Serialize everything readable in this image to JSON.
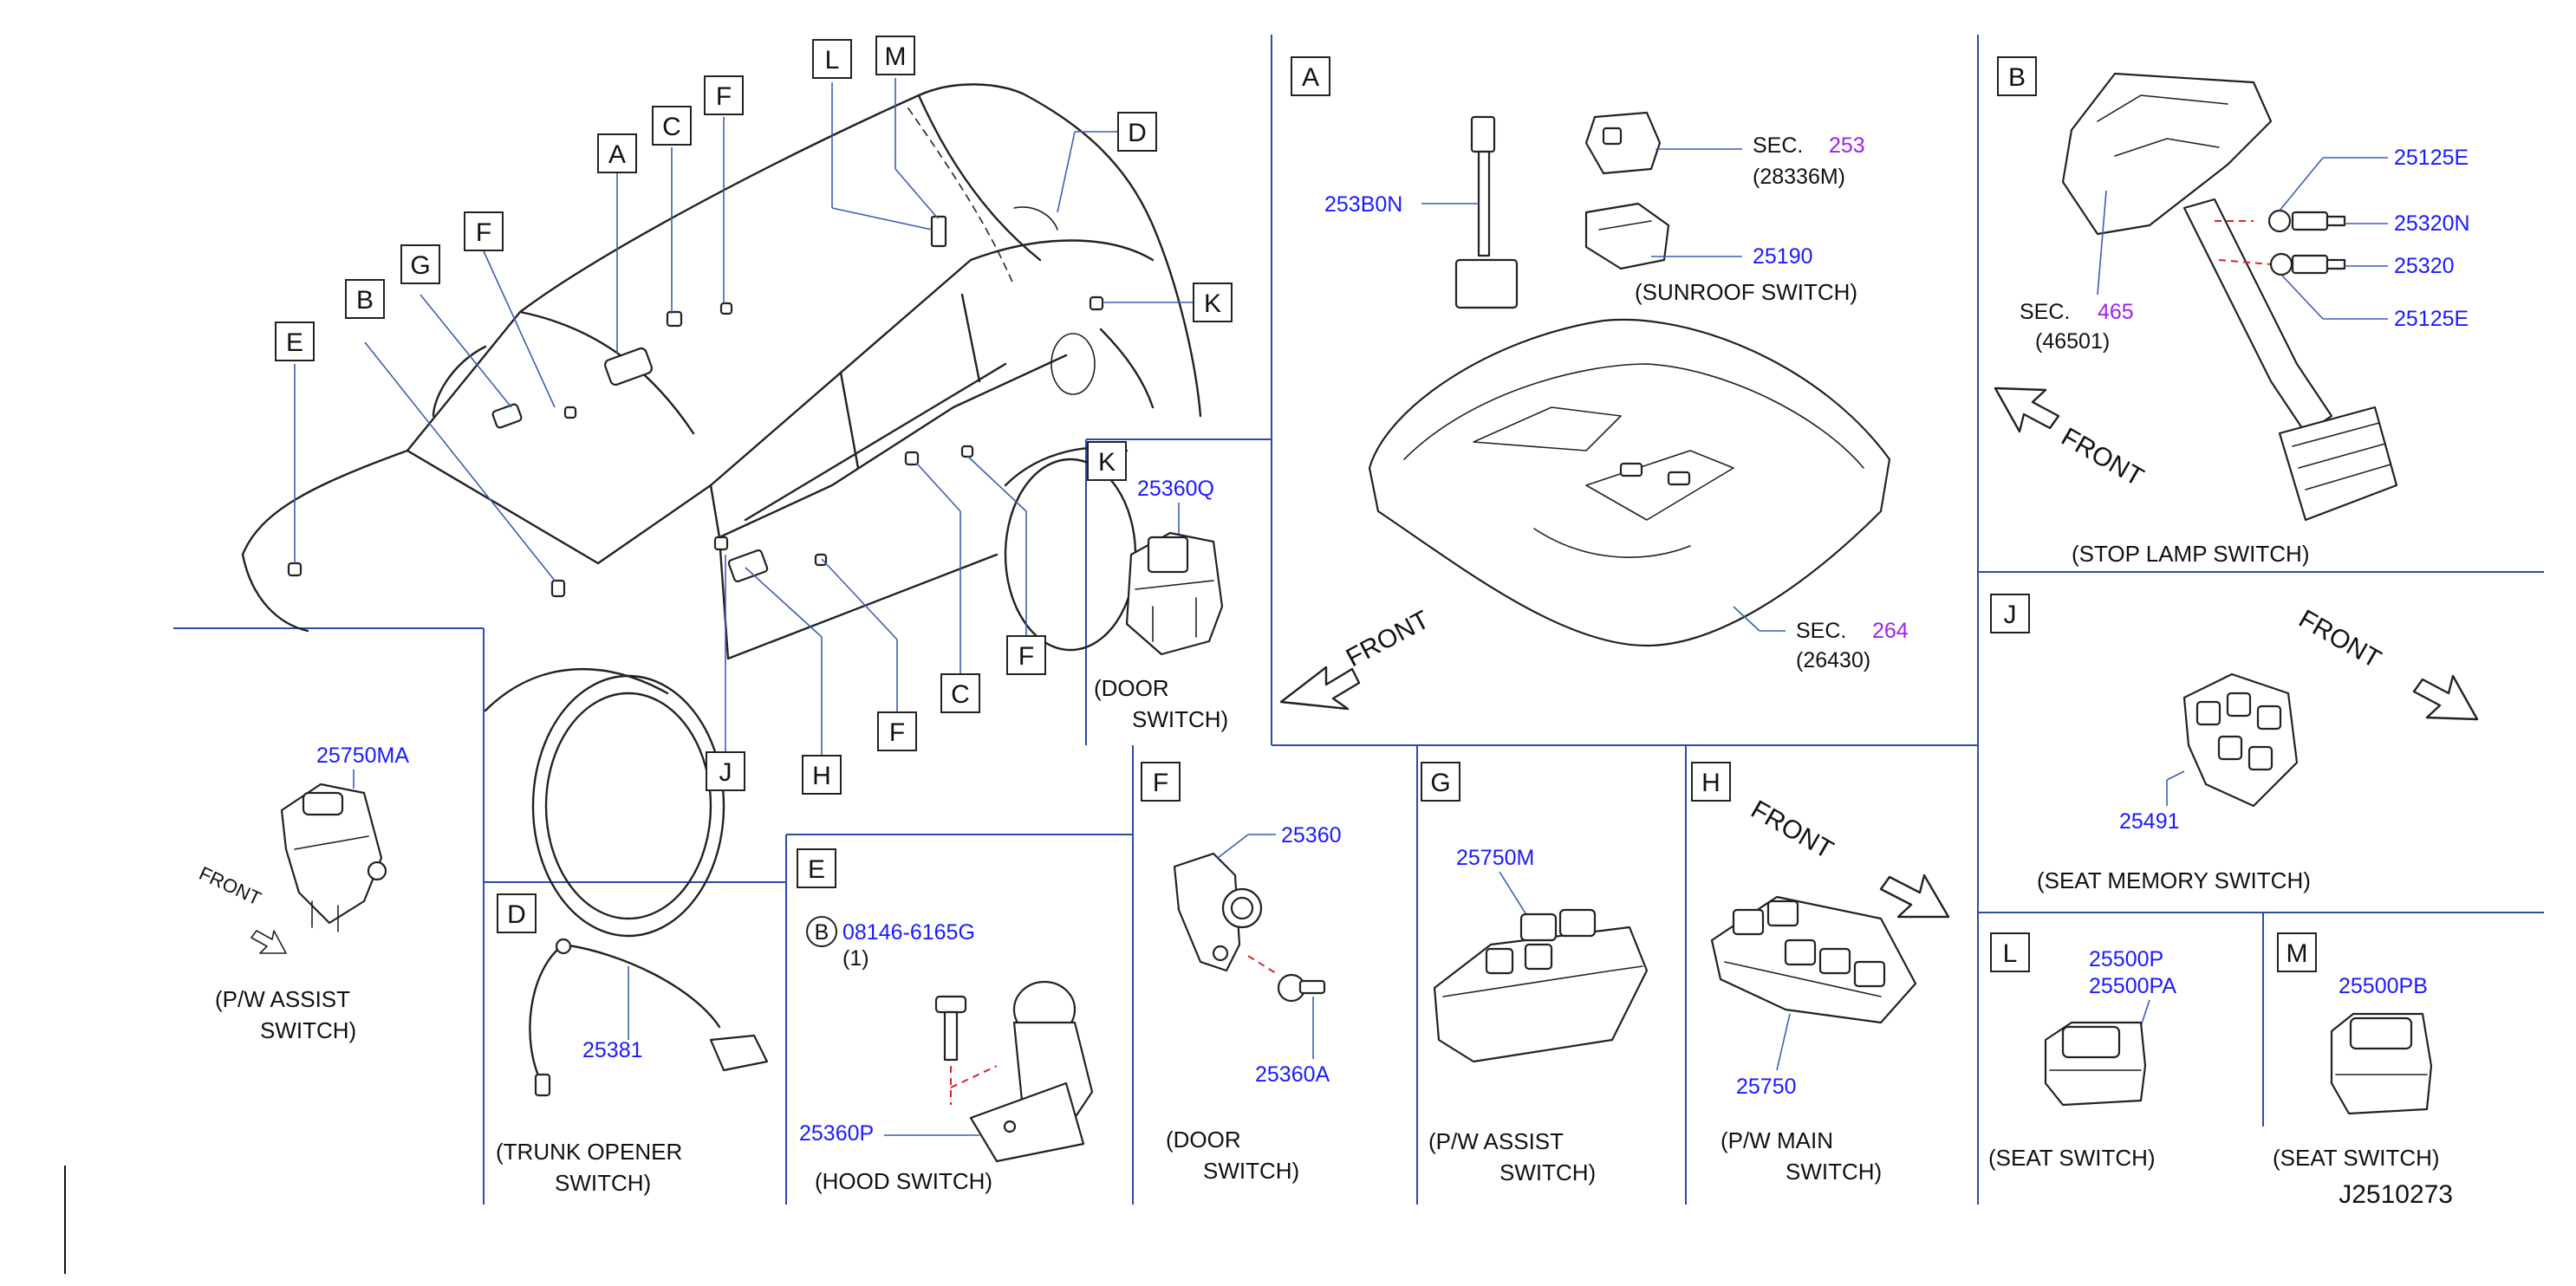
{
  "diagram_id": "J2510273",
  "overview": {
    "callouts": [
      "A",
      "B",
      "C",
      "C",
      "D",
      "E",
      "F",
      "F",
      "F",
      "F",
      "G",
      "H",
      "J",
      "K",
      "L",
      "M"
    ]
  },
  "panels": {
    "A": {
      "letter": "A",
      "parts": {
        "p1": "253B0N",
        "p2": "25190"
      },
      "sec_top": {
        "prefix": "SEC.",
        "num": "253",
        "sub": "(28336M)"
      },
      "sec_bottom": {
        "prefix": "SEC.",
        "num": "264",
        "sub": "(26430)"
      },
      "caption": "(SUNROOF   SWITCH)",
      "front": "FRONT"
    },
    "B": {
      "letter": "B",
      "parts": {
        "p1": "25125E",
        "p2": "25320N",
        "p3": "25320",
        "p4": "25125E"
      },
      "sec": {
        "prefix": "SEC.",
        "num": "465",
        "sub": "(46501)"
      },
      "front": "FRONT",
      "caption": "(STOP    LAMP    SWITCH)"
    },
    "K": {
      "letter": "K",
      "part": "25360Q",
      "caption_1": "(DOOR",
      "caption_2": "SWITCH)"
    },
    "J": {
      "letter": "J",
      "front": "FRONT",
      "part": "25491",
      "caption": "(SEAT    MEMORY        SWITCH)"
    },
    "PW_ASSIST_LEFT": {
      "part": "25750MA",
      "front": "FRONT",
      "caption_1": "(P/W    ASSIST",
      "caption_2": "SWITCH)"
    },
    "D": {
      "letter": "D",
      "part": "25381",
      "caption_1": "(TRUNK    OPENER",
      "caption_2": "SWITCH)"
    },
    "E": {
      "letter": "E",
      "bolt_mark": "B",
      "bolt": "08146-6165G",
      "bolt_qty": "(1)",
      "part": "25360P",
      "caption": "(HOOD    SWITCH)"
    },
    "F": {
      "letter": "F",
      "parts": {
        "p1": "25360",
        "p2": "25360A"
      },
      "caption_1": "(DOOR",
      "caption_2": "SWITCH)"
    },
    "G": {
      "letter": "G",
      "part": "25750M",
      "caption_1": "(P/W    ASSIST",
      "caption_2": "SWITCH)"
    },
    "H": {
      "letter": "H",
      "front": "FRONT",
      "part": "25750",
      "caption_1": "(P/W    MAIN",
      "caption_2": "SWITCH)"
    },
    "L": {
      "letter": "L",
      "parts": {
        "p1": "25500P",
        "p2": "25500PA"
      },
      "caption": "(SEAT    SWITCH)"
    },
    "M": {
      "letter": "M",
      "part": "25500PB",
      "caption": "(SEAT    SWITCH)"
    }
  },
  "colors": {
    "part_number": "#1a1aff",
    "section_number": "#a020f0",
    "divider": "#2a4ea6",
    "ink": "#222222",
    "dashed_guide": "#e0202a"
  }
}
